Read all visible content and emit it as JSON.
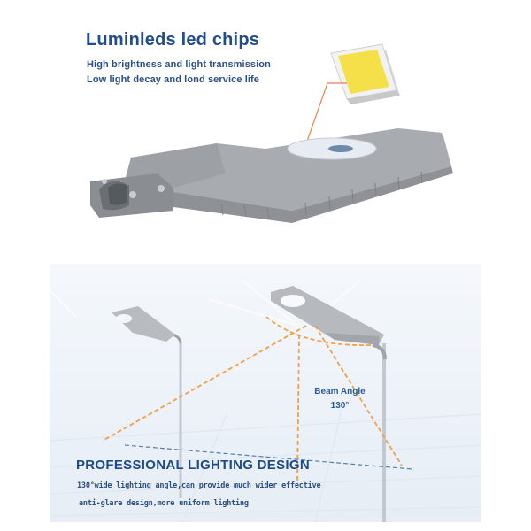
{
  "top_section": {
    "title": "Luminleds led chips",
    "features": [
      "High brightness and light transmission",
      "Low light decay and lond service life"
    ],
    "callout_color": "#e8844a",
    "chip_color": "#f5e04a",
    "housing_color": "#9a9ea3"
  },
  "bottom_section": {
    "beam_label": "Beam Angle",
    "beam_value": "130°",
    "title": "PROFESSIONAL LIGHTING DESIGN",
    "features": [
      "130°wide lighting angle,can provide much wider effective",
      "anti-glare design,more uniform lighting"
    ],
    "beam_line_color": "#f0a04a",
    "ground_line_color": "#5a7ea8"
  },
  "colors": {
    "accent_blue": "#1f4e8c"
  }
}
